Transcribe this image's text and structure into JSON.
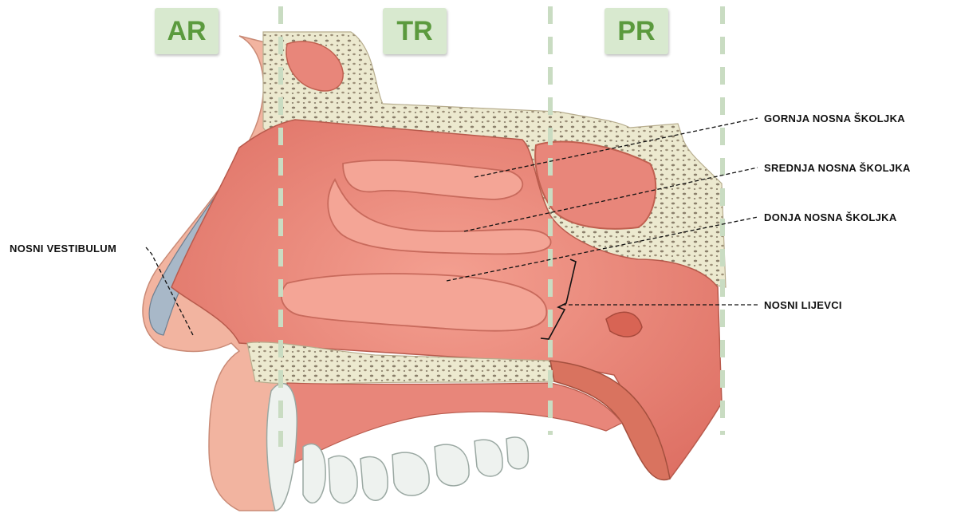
{
  "regions": [
    {
      "label": "AR"
    },
    {
      "label": "TR"
    },
    {
      "label": "PR"
    }
  ],
  "labels": {
    "gornja": "GORNJA NOSNA ŠKOLJKA",
    "srednja": "SREDNJA NOSNA ŠKOLJKA",
    "donja": "DONJA NOSNA ŠKOLJKA",
    "vestibulum": "NOSNI VESTIBULUM",
    "lijevci": "NOSNI LIJEVCI"
  },
  "colors": {
    "region_box_fill": "#d8e9cf",
    "region_text": "#5b9a3e",
    "divider_dash": "#c9dcc2",
    "mucosa": "#e8867a",
    "bone": "#ece9cf",
    "skin": "#f2b4a0",
    "cartilage": "#a8b8c8"
  }
}
